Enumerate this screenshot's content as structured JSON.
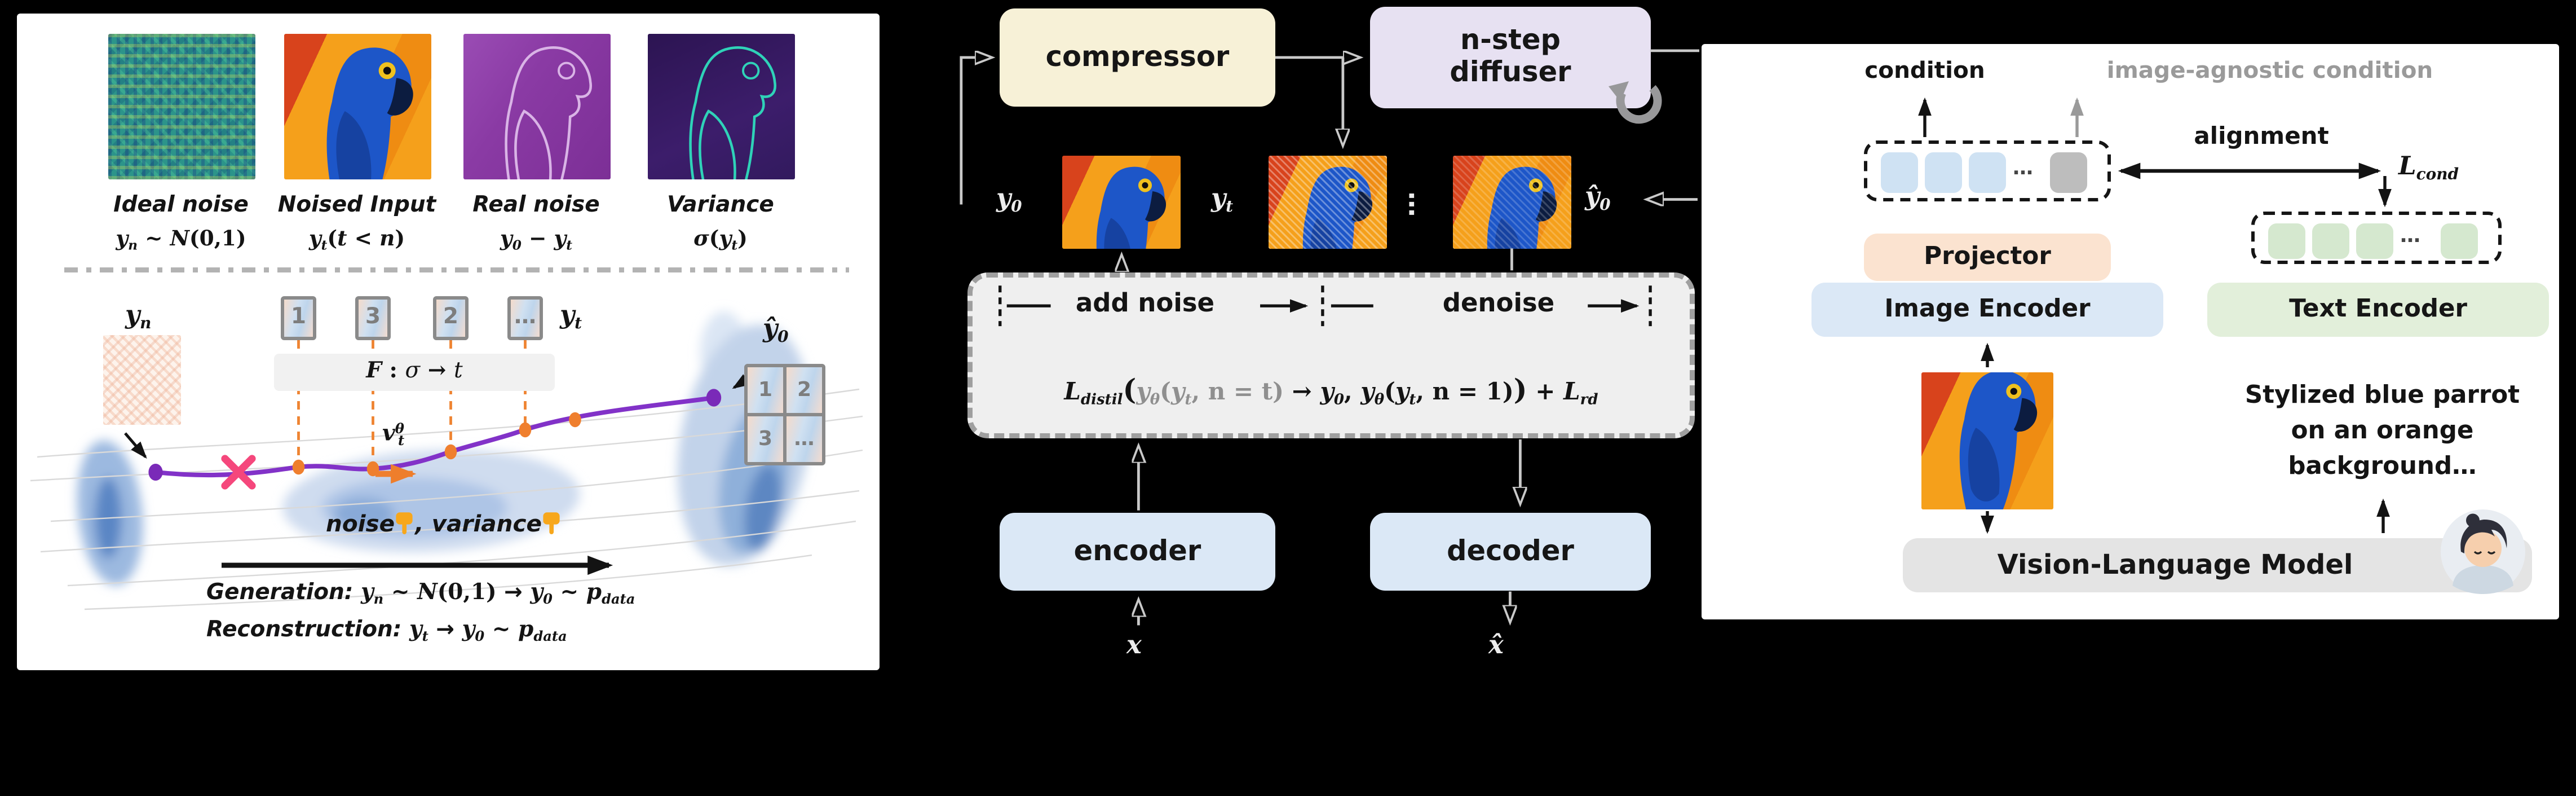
{
  "left": {
    "images": [
      {
        "label": "Ideal noise",
        "formula": [
          {
            "c": "i",
            "v": "y"
          },
          {
            "c": "i sub",
            "v": "n"
          },
          {
            "c": "",
            "v": " ~ "
          },
          {
            "c": "bi",
            "v": "N"
          },
          {
            "c": "",
            "v": "(0,1)"
          }
        ]
      },
      {
        "label": "Noised Input",
        "formula": [
          {
            "c": "i",
            "v": "y"
          },
          {
            "c": "i sub",
            "v": "t"
          },
          {
            "c": "",
            "v": "("
          },
          {
            "c": "i",
            "v": "t"
          },
          {
            "c": "",
            "v": " < "
          },
          {
            "c": "i",
            "v": "n"
          },
          {
            "c": "",
            "v": ")"
          }
        ]
      },
      {
        "label": "Real noise",
        "formula": [
          {
            "c": "i",
            "v": "y"
          },
          {
            "c": "i sub",
            "v": "0"
          },
          {
            "c": "",
            "v": " − "
          },
          {
            "c": "i",
            "v": "y"
          },
          {
            "c": "i sub",
            "v": "t"
          }
        ]
      },
      {
        "label": "Variance",
        "formula": [
          {
            "c": "i",
            "v": "σ"
          },
          {
            "c": "",
            "v": "("
          },
          {
            "c": "i",
            "v": "y"
          },
          {
            "c": "i sub",
            "v": "t"
          },
          {
            "c": "",
            "v": ")"
          }
        ]
      }
    ],
    "traj": {
      "yn": [
        {
          "c": "i",
          "v": "y"
        },
        {
          "c": "i sub",
          "v": "n"
        }
      ],
      "yt": [
        {
          "c": "i",
          "v": "y"
        },
        {
          "c": "i sub",
          "v": "t"
        }
      ],
      "yhat0": [
        {
          "c": "i",
          "v": "ŷ"
        },
        {
          "c": "i sub",
          "v": "0"
        }
      ],
      "tiles": [
        "1",
        "3",
        "2",
        "…"
      ],
      "grid": [
        "1",
        "2",
        "3",
        "…"
      ],
      "fmap": [
        {
          "c": "bi",
          "v": "F"
        },
        {
          "c": "b",
          "v": " : "
        },
        {
          "c": "i",
          "v": "σ"
        },
        {
          "c": "b",
          "v": " → "
        },
        {
          "c": "i",
          "v": "t"
        }
      ],
      "vel": [
        {
          "c": "bi",
          "v": "v"
        },
        {
          "c": "sup bi",
          "v": "θ"
        },
        {
          "c": "subtight bi",
          "v": "t"
        }
      ],
      "noise_word": "noise",
      "separator": ",  ",
      "variance_word": "variance",
      "generation": [
        {
          "c": "sans bi",
          "v": "Generation: "
        },
        {
          "c": "i",
          "v": "y"
        },
        {
          "c": "i sub",
          "v": "n"
        },
        {
          "c": "",
          "v": " ~ "
        },
        {
          "c": "bi",
          "v": "N"
        },
        {
          "c": "",
          "v": "(0,1) "
        },
        {
          "c": "sans b",
          "v": "→ "
        },
        {
          "c": "i",
          "v": "y"
        },
        {
          "c": "i sub",
          "v": "0"
        },
        {
          "c": "",
          "v": " ~ "
        },
        {
          "c": "i",
          "v": "p"
        },
        {
          "c": "i sub",
          "v": "data"
        }
      ],
      "reconstruction": [
        {
          "c": "sans bi",
          "v": "Reconstruction: "
        },
        {
          "c": "i",
          "v": "y"
        },
        {
          "c": "i sub",
          "v": "t"
        },
        {
          "c": "sans b",
          "v": " → "
        },
        {
          "c": "i",
          "v": "y"
        },
        {
          "c": "i sub",
          "v": "0"
        },
        {
          "c": "",
          "v": " ~ "
        },
        {
          "c": "i",
          "v": "p"
        },
        {
          "c": "i sub",
          "v": "data"
        }
      ]
    }
  },
  "mid": {
    "compressor": "compressor",
    "diffuser": [
      "n-step",
      "diffuser"
    ],
    "add_noise": "add noise",
    "denoise": "denoise",
    "encoder": "encoder",
    "decoder": "decoder",
    "y0": [
      {
        "c": "i",
        "v": "y"
      },
      {
        "c": "i sub",
        "v": "0"
      }
    ],
    "yt": [
      {
        "c": "i",
        "v": "y"
      },
      {
        "c": "i sub",
        "v": "t"
      }
    ],
    "yhat0": [
      {
        "c": "i",
        "v": "ŷ"
      },
      {
        "c": "i sub",
        "v": "0"
      }
    ],
    "x": [
      {
        "c": "i",
        "v": "x"
      }
    ],
    "xhat": [
      {
        "c": "i",
        "v": "x̂"
      }
    ],
    "vdots": "…",
    "loss": [
      {
        "c": "bi",
        "v": "L"
      },
      {
        "c": "bi sub",
        "v": "distil"
      },
      {
        "c": "b big",
        "v": "("
      },
      {
        "c": "gray bi",
        "v": "y"
      },
      {
        "c": "gray bi sub",
        "v": "θ"
      },
      {
        "c": "gray b",
        "v": "("
      },
      {
        "c": "gray bi",
        "v": "y"
      },
      {
        "c": "gray bi sub",
        "v": "t"
      },
      {
        "c": "gray b",
        "v": ", n = t)"
      },
      {
        "c": "b",
        "v": " → "
      },
      {
        "c": "bi",
        "v": "y"
      },
      {
        "c": "bi sub",
        "v": "0"
      },
      {
        "c": "b",
        "v": ", "
      },
      {
        "c": "bi",
        "v": "y"
      },
      {
        "c": "bi sub",
        "v": "θ"
      },
      {
        "c": "b",
        "v": "("
      },
      {
        "c": "bi",
        "v": "y"
      },
      {
        "c": "bi sub",
        "v": "t"
      },
      {
        "c": "b",
        "v": ", n = 1)"
      },
      {
        "c": "b big",
        "v": ")"
      },
      {
        "c": "b",
        "v": " + "
      },
      {
        "c": "bi",
        "v": "L"
      },
      {
        "c": "bi sub",
        "v": "rd"
      }
    ]
  },
  "right": {
    "condition": "condition",
    "agnostic": "image-agnostic condition",
    "alignment": "alignment",
    "lcond": [
      {
        "c": "bi",
        "v": "L"
      },
      {
        "c": "bi sub",
        "v": "cond"
      }
    ],
    "projector": "Projector",
    "image_encoder": "Image Encoder",
    "text_encoder": "Text Encoder",
    "hdots": "…",
    "caption": [
      "Stylized blue parrot",
      "on an orange",
      "background…"
    ],
    "vlm": "Vision-Language Model"
  },
  "colors": {
    "trajectory_purple": "#8232c8",
    "sample_orange": "#ef7f2e",
    "reject_pink": "#f5477c",
    "compressor_bg": "#f7f1d7",
    "diffuser_bg": "#e7e1f2",
    "codec_bg": "#dbe8f6",
    "projector_bg": "#fbe3d0",
    "image_encoder_bg": "#dbe8f6",
    "text_encoder_bg": "#e2efda",
    "vlm_bg": "#e4e4e4"
  }
}
